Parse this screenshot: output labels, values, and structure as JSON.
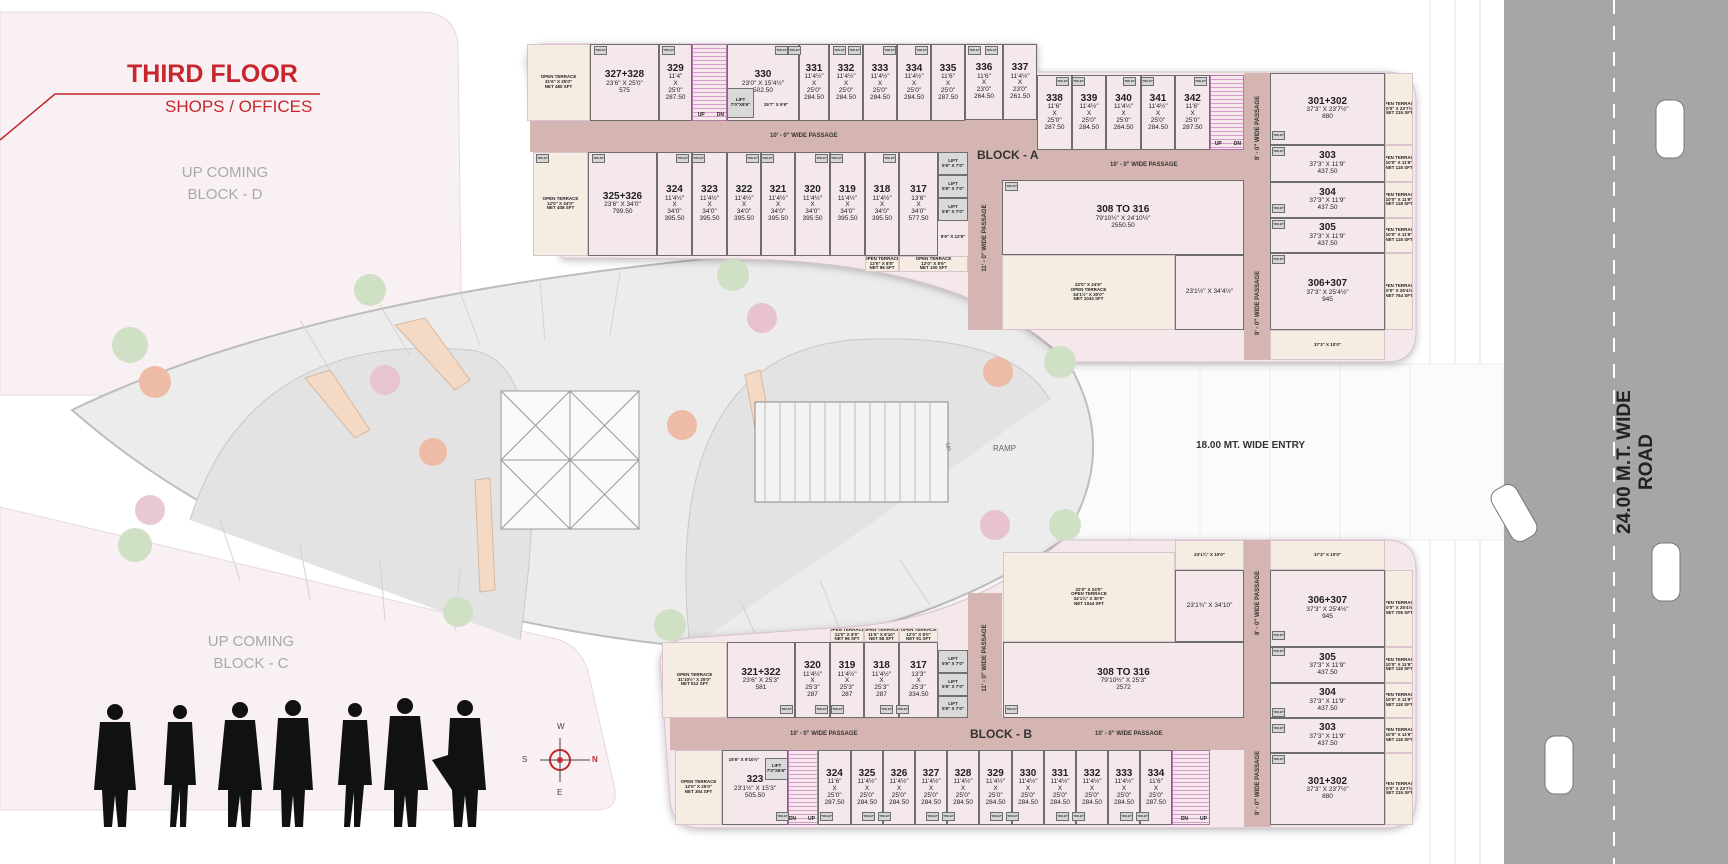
{
  "header": {
    "title": "THIRD FLOOR",
    "subtitle": "SHOPS / OFFICES"
  },
  "surroundings": {
    "block_d": [
      "UP COMING",
      "BLOCK - D"
    ],
    "block_c": [
      "UP COMING",
      "BLOCK - C"
    ],
    "entry": "18.00 MT. WIDE ENTRY",
    "road": "24.00 M.T. WIDE ROAD",
    "ramp": "RAMP",
    "ramp_up": "UP"
  },
  "compass": {
    "n": "N",
    "s": "S",
    "e": "E",
    "w": "W"
  },
  "toilet_label": "TOILET",
  "colors": {
    "accent": "#c6262e",
    "passage": "#d5b5b1",
    "shop": "#f4e8ea",
    "terrace": "#f6ede2",
    "road": "#a6a6a6"
  },
  "block_a": {
    "label": "BLOCK - A",
    "passages": [
      "10' - 0\" WIDE PASSAGE",
      "10' - 0\" WIDE PASSAGE",
      "11' - 0\" WIDE PASSAGE",
      "9' - 0\" WIDE PASSAGE",
      "9' - 0\" WIDE PASSAGE"
    ],
    "rooms": [
      {
        "type": "terrace",
        "lines": [
          "OPEN TERRACE",
          "31'6\" X 25'0\"",
          "NET 480 SFT"
        ]
      },
      {
        "type": "shop",
        "lines": [
          "327+328",
          "23'6\" X 25'0\"",
          "575"
        ]
      },
      {
        "type": "shop",
        "lines": [
          "329",
          "11'4\"",
          "X",
          "25'0\"",
          "287.50"
        ]
      },
      {
        "type": "stair",
        "lines": [
          "UP",
          "DN"
        ]
      },
      {
        "type": "shop",
        "lines": [
          "330",
          "23'0\" X 15'4½\"",
          "502.50"
        ]
      },
      {
        "type": "lift",
        "lines": [
          "LIFT",
          "7'0\"X8'6\""
        ]
      },
      {
        "type": "note",
        "lines": [
          "15'7\" X 9'9\""
        ]
      },
      {
        "type": "shop",
        "lines": [
          "331",
          "11'4½\"",
          "X",
          "25'0\"",
          "284.50"
        ]
      },
      {
        "type": "shop",
        "lines": [
          "332",
          "11'4½\"",
          "X",
          "25'0\"",
          "284.50"
        ]
      },
      {
        "type": "shop",
        "lines": [
          "333",
          "11'4½\"",
          "X",
          "25'0\"",
          "284.50"
        ]
      },
      {
        "type": "shop",
        "lines": [
          "334",
          "11'4½\"",
          "X",
          "25'0\"",
          "284.50"
        ]
      },
      {
        "type": "shop",
        "lines": [
          "335",
          "11'6\"",
          "X",
          "25'0\"",
          "287.50"
        ]
      },
      {
        "type": "shop",
        "lines": [
          "336",
          "11'6\"",
          "X",
          "23'0\"",
          "264.50"
        ]
      },
      {
        "type": "shop",
        "lines": [
          "337",
          "11'4½\"",
          "X",
          "23'0\"",
          "261.50"
        ]
      },
      {
        "type": "shop",
        "lines": [
          "338",
          "11'6\"",
          "X",
          "25'0\"",
          "287.50"
        ]
      },
      {
        "type": "shop",
        "lines": [
          "339",
          "11'4½\"",
          "X",
          "25'0\"",
          "284.50"
        ]
      },
      {
        "type": "shop",
        "lines": [
          "340",
          "11'4½\"",
          "X",
          "25'0\"",
          "284.50"
        ]
      },
      {
        "type": "shop",
        "lines": [
          "341",
          "11'4½\"",
          "X",
          "25'0\"",
          "284.50"
        ]
      },
      {
        "type": "shop",
        "lines": [
          "342",
          "11'6\"",
          "X",
          "25'0\"",
          "287.50"
        ]
      },
      {
        "type": "stair",
        "lines": [
          "UP",
          "DN"
        ]
      },
      {
        "type": "terrace",
        "lines": [
          "OPEN TERRACE",
          "12'0\" X 34'0\"",
          "NET 408 SFT"
        ]
      },
      {
        "type": "shop",
        "lines": [
          "325+326",
          "23'6\" X 34'0\"",
          "799.50"
        ]
      },
      {
        "type": "shop",
        "lines": [
          "324",
          "11'4½\"",
          "X",
          "34'0\"",
          "395.50"
        ]
      },
      {
        "type": "shop",
        "lines": [
          "323",
          "11'4½\"",
          "X",
          "34'0\"",
          "395.50"
        ]
      },
      {
        "type": "shop",
        "lines": [
          "322",
          "11'4½\"",
          "X",
          "34'0\"",
          "395.50"
        ]
      },
      {
        "type": "shop",
        "lines": [
          "321",
          "11'4½\"",
          "X",
          "34'0\"",
          "395.50"
        ]
      },
      {
        "type": "shop",
        "lines": [
          "320",
          "11'4½\"",
          "X",
          "34'0\"",
          "395.50"
        ]
      },
      {
        "type": "shop",
        "lines": [
          "319",
          "11'4½\"",
          "X",
          "34'0\"",
          "395.50"
        ]
      },
      {
        "type": "shop",
        "lines": [
          "318",
          "11'4½\"",
          "X",
          "34'0\"",
          "395.50"
        ]
      },
      {
        "type": "shop",
        "lines": [
          "317",
          "13'6\"",
          "X",
          "34'0\"",
          "577.50"
        ]
      },
      {
        "type": "lift",
        "lines": [
          "LIFT",
          "5'6\" X 7'0\""
        ]
      },
      {
        "type": "lift",
        "lines": [
          "LIFT",
          "5'6\" X 7'0\""
        ]
      },
      {
        "type": "lift",
        "lines": [
          "LIFT",
          "5'6\" X 7'0\""
        ]
      },
      {
        "type": "note",
        "lines": [
          "9'9\" X 12'9\""
        ]
      },
      {
        "type": "terrace",
        "lines": [
          "OPEN TERRACE",
          "12'0\" X 8'0\"",
          "NET 96 SFT"
        ]
      },
      {
        "type": "terrace",
        "lines": [
          "OPEN TERRACE",
          "12'0\" X 8'6\"",
          "NET 100 SFT"
        ]
      },
      {
        "type": "shop",
        "lines": [
          "308 TO 316",
          "79'10½\" X 24'10½\"",
          "2550.50"
        ]
      },
      {
        "type": "shop",
        "lines": [
          "23'1½\" X 34'4½\""
        ]
      },
      {
        "type": "terrace",
        "lines": [
          "22'0\" X 24'6\"",
          "OPEN TERRACE",
          "34'1½\" X 30'0\"",
          "NET 1044 SFT"
        ]
      },
      {
        "type": "shop",
        "lines": [
          "301+302",
          "37'3\" X 23'7½\"",
          "880"
        ]
      },
      {
        "type": "shop",
        "lines": [
          "303",
          "37'3\" X 11'9\"",
          "437.50"
        ]
      },
      {
        "type": "shop",
        "lines": [
          "304",
          "37'3\" X 11'9\"",
          "437.50"
        ]
      },
      {
        "type": "shop",
        "lines": [
          "305",
          "37'3\" X 11'9\"",
          "437.50"
        ]
      },
      {
        "type": "shop",
        "lines": [
          "306+307",
          "37'3\" X 25'4½\"",
          "945"
        ]
      },
      {
        "type": "strip",
        "lines": [
          "37'3\" X 10'0\""
        ]
      },
      {
        "type": "terrace",
        "lines": [
          "OPEN TERRACE",
          "10'0\" X 23'7½\"",
          "NET 215 SFT"
        ]
      },
      {
        "type": "terrace",
        "lines": [
          "OPEN TERRACE",
          "10'0\" X 11'9\"",
          "NET 118 SFT"
        ]
      },
      {
        "type": "terrace",
        "lines": [
          "OPEN TERRACE",
          "10'0\" X 11'9\"",
          "NET 118 SFT"
        ]
      },
      {
        "type": "terrace",
        "lines": [
          "OPEN TERRACE",
          "10'0\" X 11'9\"",
          "NET 118 SFT"
        ]
      },
      {
        "type": "terrace",
        "lines": [
          "OPEN TERRACE",
          "10'0\" X 25'4½\"",
          "NET 764 SFT"
        ]
      }
    ]
  },
  "block_b": {
    "label": "BLOCK - B",
    "passages": [
      "10' - 0\" WIDE PASSAGE",
      "10' - 0\" WIDE PASSAGE",
      "11' - 0\" WIDE PASSAGE",
      "9' - 0\" WIDE PASSAGE",
      "9' - 0\" WIDE PASSAGE"
    ],
    "rooms": [
      {
        "type": "terrace",
        "lines": [
          "OPEN TERRACE",
          "31'10½\" X 25'0\"",
          "NET 512 SFT"
        ]
      },
      {
        "type": "shop",
        "lines": [
          "321+322",
          "23'6\" X 25'3\"",
          "581"
        ]
      },
      {
        "type": "shop",
        "lines": [
          "320",
          "11'4½\"",
          "X",
          "25'3\"",
          "287"
        ]
      },
      {
        "type": "shop",
        "lines": [
          "319",
          "11'4½\"",
          "X",
          "25'3\"",
          "287"
        ]
      },
      {
        "type": "shop",
        "lines": [
          "318",
          "11'4½\"",
          "X",
          "25'3\"",
          "287"
        ]
      },
      {
        "type": "shop",
        "lines": [
          "317",
          "13'3\"",
          "X",
          "25'3\"",
          "334.50"
        ]
      },
      {
        "type": "lift",
        "lines": [
          "LIFT",
          "5'6\" X 7'0\""
        ]
      },
      {
        "type": "lift",
        "lines": [
          "LIFT",
          "5'6\" X 7'0\""
        ]
      },
      {
        "type": "lift",
        "lines": [
          "LIFT",
          "5'6\" X 7'0\""
        ]
      },
      {
        "type": "terrace",
        "lines": [
          "OPEN TERRACE",
          "12'0\" X 8'0\"",
          "NET 96 SFT"
        ]
      },
      {
        "type": "terrace",
        "lines": [
          "OPEN TERRACE",
          "11'6\" X 8'10\"",
          "NET 88 SFT"
        ]
      },
      {
        "type": "terrace",
        "lines": [
          "OPEN TERRACE",
          "12'0\" X 8'0\"",
          "NET 91 SFT"
        ]
      },
      {
        "type": "shop",
        "lines": [
          "308 TO 316",
          "79'10½\" X 25'3\"",
          "2572"
        ]
      },
      {
        "type": "shop",
        "lines": [
          "23'1¾\" X 34'10\""
        ]
      },
      {
        "type": "terrace",
        "lines": [
          "22'0\" X 24'0\"",
          "OPEN TERRACE",
          "34'1¾\" X 30'0\"",
          "NET 1044 SFT"
        ]
      },
      {
        "type": "strip",
        "lines": [
          "23'1¾\" X 10'0\""
        ]
      },
      {
        "type": "strip",
        "lines": [
          "37'3\" X 10'0\""
        ]
      },
      {
        "type": "shop",
        "lines": [
          "306+307",
          "37'3\" X 25'4½\"",
          "945"
        ]
      },
      {
        "type": "shop",
        "lines": [
          "305",
          "37'3\" X 11'9\"",
          "437.50"
        ]
      },
      {
        "type": "shop",
        "lines": [
          "304",
          "37'3\" X 11'9\"",
          "437.50"
        ]
      },
      {
        "type": "shop",
        "lines": [
          "303",
          "37'3\" X 11'9\"",
          "437.50"
        ]
      },
      {
        "type": "shop",
        "lines": [
          "301+302",
          "37'3\" X 23'7½\"",
          "880"
        ]
      },
      {
        "type": "terrace",
        "lines": [
          "OPEN TERRACE",
          "10'0\" X 25'4½\"",
          "NET 705 SFT"
        ]
      },
      {
        "type": "terrace",
        "lines": [
          "OPEN TERRACE",
          "10'0\" X 11'9\"",
          "NET 118 SFT"
        ]
      },
      {
        "type": "terrace",
        "lines": [
          "OPEN TERRACE",
          "10'0\" X 11'9\"",
          "NET 118 SFT"
        ]
      },
      {
        "type": "terrace",
        "lines": [
          "OPEN TERRACE",
          "10'0\" X 11'9\"",
          "NET 118 SFT"
        ]
      },
      {
        "type": "terrace",
        "lines": [
          "OPEN TERRACE",
          "10'0\" X 23'7½\"",
          "NET 215 SFT"
        ]
      },
      {
        "type": "terrace",
        "lines": [
          "OPEN TERRACE",
          "12'0\" X 25'0\"",
          "NET 304 SFT"
        ]
      },
      {
        "type": "shop",
        "lines": [
          "323",
          "23'1½\" X 15'3\"",
          "505.50"
        ]
      },
      {
        "type": "note",
        "lines": [
          "15'6\" X 9'10½\""
        ]
      },
      {
        "type": "lift",
        "lines": [
          "LIFT",
          "7'0\"X8'6\""
        ]
      },
      {
        "type": "stair",
        "lines": [
          "DN",
          "UP"
        ]
      },
      {
        "type": "shop",
        "lines": [
          "324",
          "11'6\"",
          "X",
          "25'0\"",
          "287.50"
        ]
      },
      {
        "type": "shop",
        "lines": [
          "325",
          "11'4½\"",
          "X",
          "25'0\"",
          "284.50"
        ]
      },
      {
        "type": "shop",
        "lines": [
          "326",
          "11'4½\"",
          "X",
          "25'0\"",
          "284.50"
        ]
      },
      {
        "type": "shop",
        "lines": [
          "327",
          "11'4½\"",
          "X",
          "25'0\"",
          "284.50"
        ]
      },
      {
        "type": "shop",
        "lines": [
          "328",
          "11'4½\"",
          "X",
          "25'0\"",
          "284.50"
        ]
      },
      {
        "type": "shop",
        "lines": [
          "329",
          "11'4½\"",
          "X",
          "25'0\"",
          "284.50"
        ]
      },
      {
        "type": "shop",
        "lines": [
          "330",
          "11'4½\"",
          "X",
          "25'0\"",
          "284.50"
        ]
      },
      {
        "type": "shop",
        "lines": [
          "331",
          "11'4½\"",
          "X",
          "25'0\"",
          "284.50"
        ]
      },
      {
        "type": "shop",
        "lines": [
          "332",
          "11'4½\"",
          "X",
          "25'0\"",
          "284.50"
        ]
      },
      {
        "type": "shop",
        "lines": [
          "333",
          "11'4½\"",
          "X",
          "25'0\"",
          "284.50"
        ]
      },
      {
        "type": "shop",
        "lines": [
          "334",
          "11'6\"",
          "X",
          "25'0\"",
          "287.50"
        ]
      },
      {
        "type": "stair",
        "lines": [
          "DN",
          "UP"
        ]
      }
    ]
  }
}
